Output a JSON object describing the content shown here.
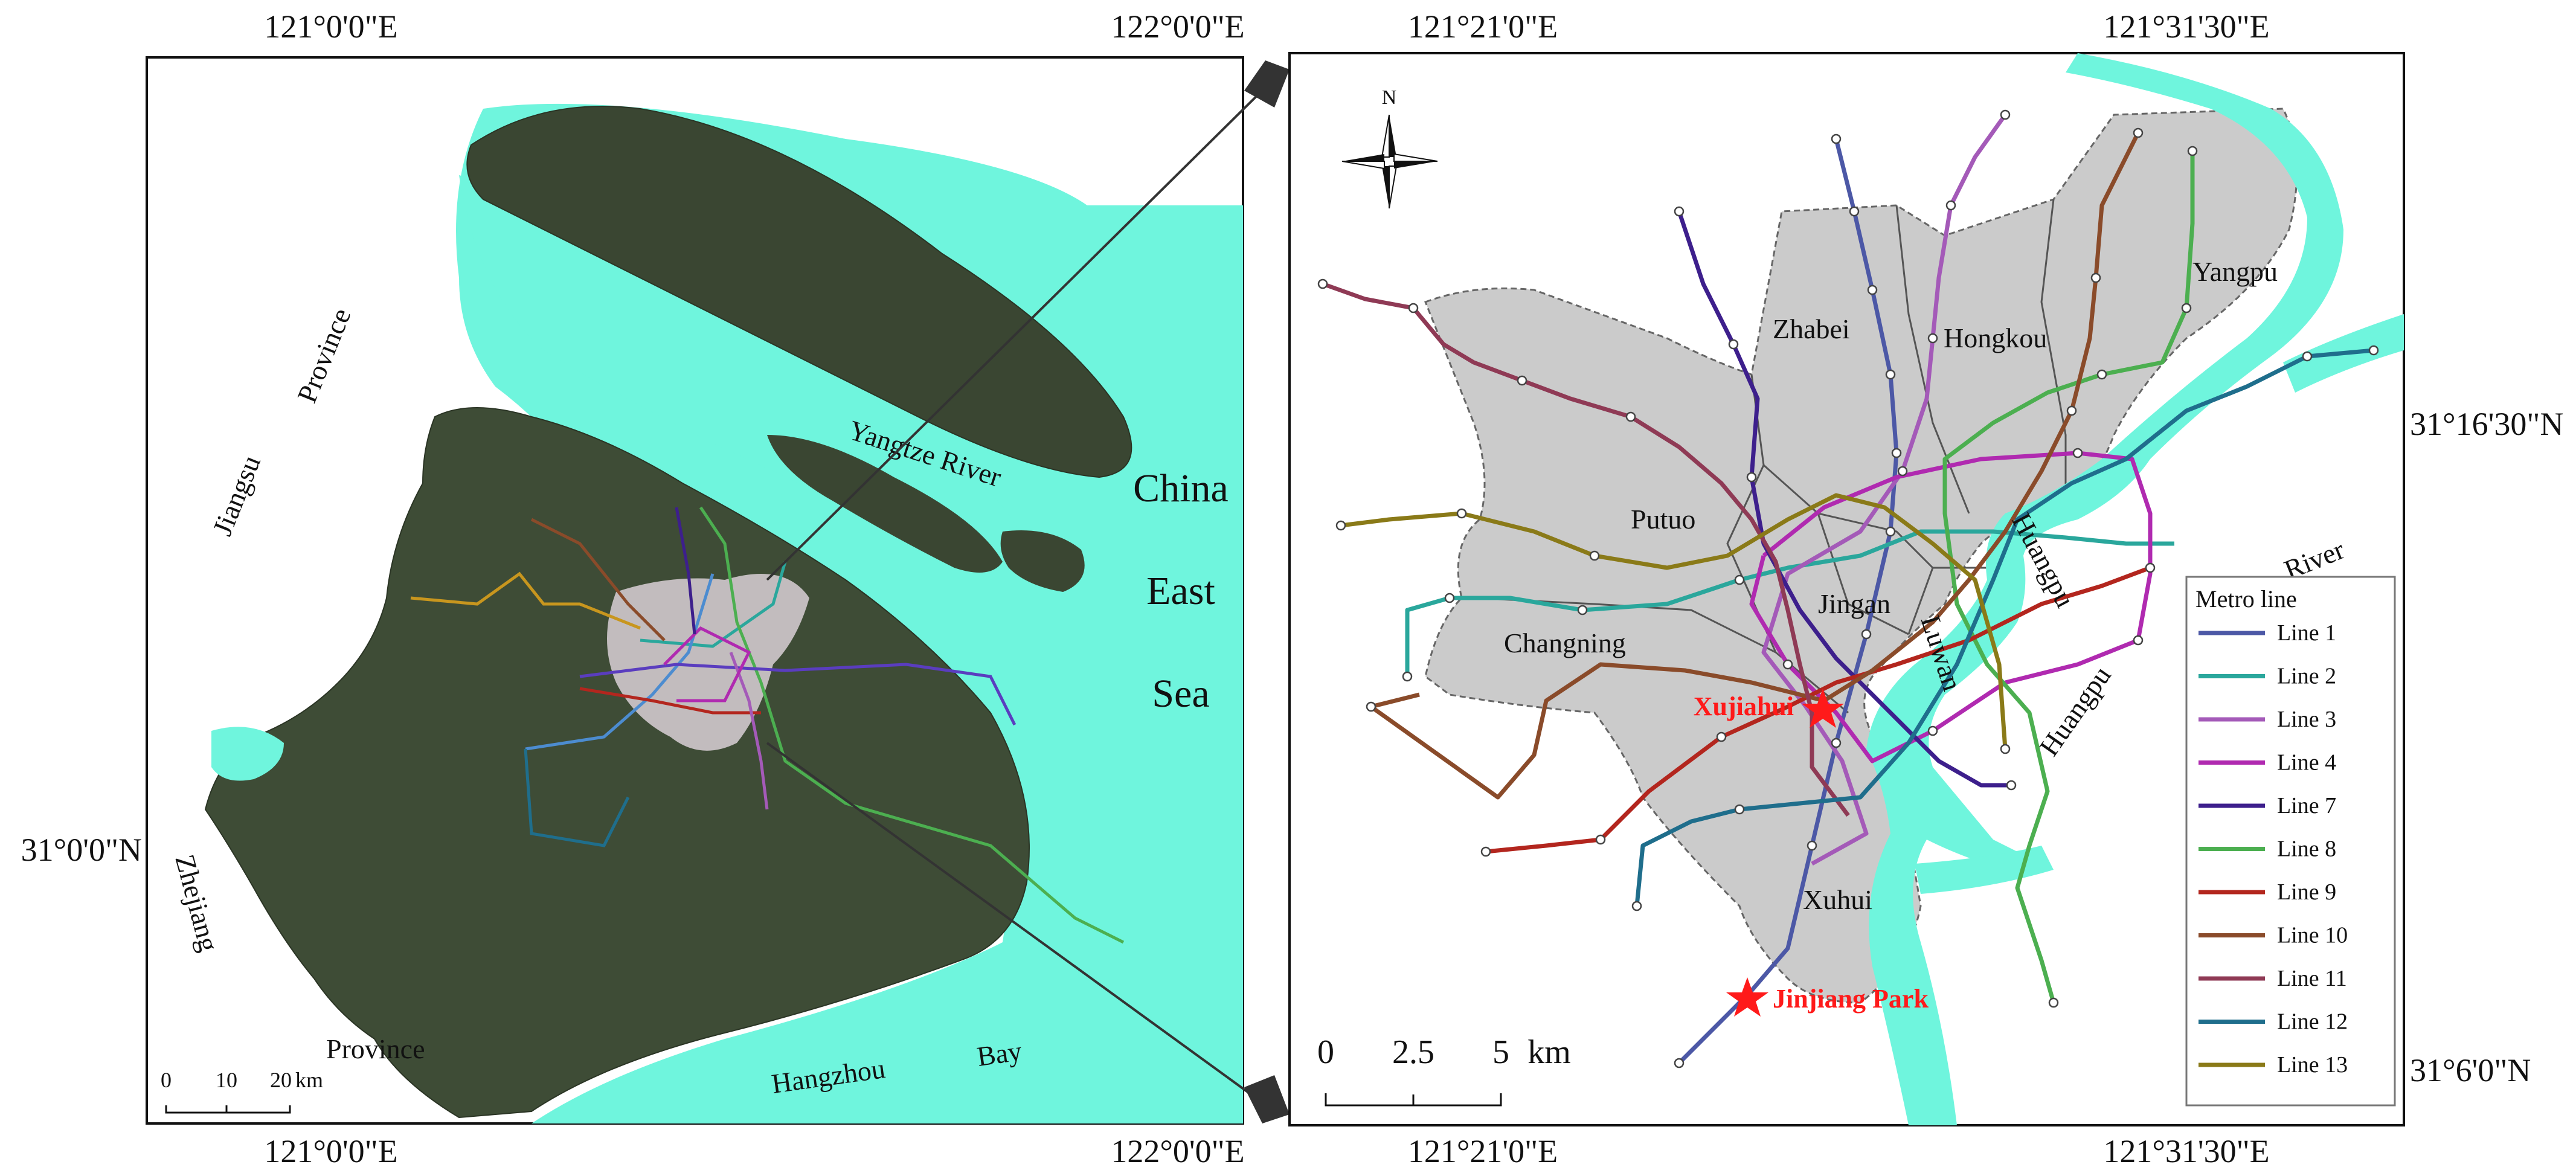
{
  "left_map": {
    "top_coords": [
      "121°0'0\"E",
      "122°0'0\"E"
    ],
    "bottom_coords": [
      "121°0'0\"E",
      "122°0'0\"E"
    ],
    "lat_label": "31°0'0\"N",
    "labels": {
      "jiangsu": "Jiangsu",
      "province_upper": "Province",
      "zhejiang": "Zhejiang",
      "province_lower": "Province",
      "yangtze": "Yangtze River",
      "china": "China",
      "east": "East",
      "sea": "Sea",
      "hangzhou": "Hangzhou",
      "bay": "Bay"
    },
    "scale": {
      "ticks": [
        "0",
        "10",
        "20"
      ],
      "unit": "km"
    }
  },
  "right_map": {
    "top_coords": [
      "121°21'0\"E",
      "121°31'30\"E"
    ],
    "bottom_coords": [
      "121°21'0\"E",
      "121°31'30\"E"
    ],
    "right_coords": [
      "31°16'30\"N",
      "31°6'0\"N"
    ],
    "north_label": "N",
    "districts": [
      "Zhabei",
      "Hongkou",
      "Yangpu",
      "Putuo",
      "Jingan",
      "Luwan",
      "Huangpu",
      "Changning",
      "Xuhui"
    ],
    "river_labels": [
      "River",
      "Huangpu"
    ],
    "sites": [
      {
        "name": "Xujiahui",
        "color": "#ff1a1a"
      },
      {
        "name": "Jinjiang Park",
        "color": "#ff1a1a"
      }
    ],
    "scale": {
      "ticks": [
        "0",
        "2.5",
        "5"
      ],
      "unit": "km"
    }
  },
  "legend": {
    "title": "Metro line",
    "lines": [
      {
        "name": "Line 1",
        "color": "#4c58a6"
      },
      {
        "name": "Line 2",
        "color": "#2aa79c"
      },
      {
        "name": "Line 3",
        "color": "#a45ab8"
      },
      {
        "name": "Line 4",
        "color": "#b02ab0"
      },
      {
        "name": "Line 7",
        "color": "#3d1f8c"
      },
      {
        "name": "Line 8",
        "color": "#4caf50"
      },
      {
        "name": "Line 9",
        "color": "#b3261e"
      },
      {
        "name": "Line 10",
        "color": "#8a4b2a"
      },
      {
        "name": "Line 11",
        "color": "#8f3a55"
      },
      {
        "name": "Line 12",
        "color": "#1f6e8c"
      },
      {
        "name": "Line 13",
        "color": "#8a7a18"
      }
    ]
  },
  "colors": {
    "water": "#6ff5dd",
    "land": "#3c4a34",
    "urban": "#c9c9c9",
    "frame": "#111111"
  }
}
